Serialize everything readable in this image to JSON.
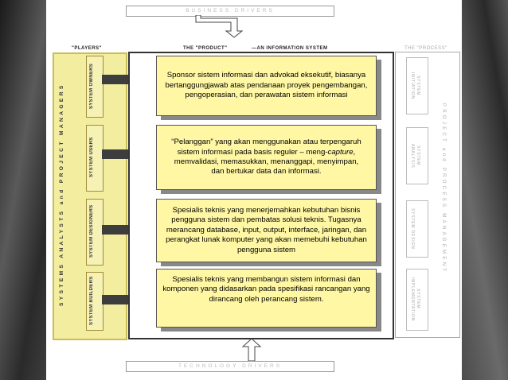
{
  "drivers": {
    "business": "BUSINESS DRIVERS",
    "technology": "TECHNOLOGY DRIVERS"
  },
  "columns": {
    "players_title": "\"PLAYERS\"",
    "product_title": "THE \"PRODUCT\"",
    "product_subtitle": "—AN INFORMATION SYSTEM",
    "process_title": "THE \"PROCESS\""
  },
  "players_vertical": "SYSTEMS ANALYSTS and PROJECT MANAGERS",
  "roles": [
    {
      "label": "SYSTEM OWNERS"
    },
    {
      "label": "SYSTEM USERS"
    },
    {
      "label": "SYSTEM DESIGNERS"
    },
    {
      "label": "SYSTEM BUILDERS"
    }
  ],
  "cards": [
    {
      "text_parts": [
        "Sponsor sistem informasi dan advokad eksekutif, biasanya bertanggungjawab atas pendanaan proyek pengembangan, pengoperasian, dan perawatan sistem informasi"
      ]
    },
    {
      "text_a": "“Pelanggan” yang akan menggunakan atau terpengaruh sistem informasi pada basis reguler – meng-",
      "text_italic": "capture",
      "text_b": ", memvalidasi, memasukkan, menanggapi, menyimpan, dan bertukar data dan informasi."
    },
    {
      "text_parts": [
        "Spesialis teknis yang menerjemahkan kebutuhan bisnis pengguna sistem dan pembatas solusi teknis. Tugasnya merancang database, input, output, interface, jaringan, dan perangkat lunak komputer yang akan memebuhi kebutuhan pengguna sistem"
      ]
    },
    {
      "text_parts": [
        "Spesialis teknis yang membangun sistem informasi dan komponen yang didasarkan pada spesifikasi rancangan yang dirancang oleh perancang sistem."
      ]
    }
  ],
  "process": [
    {
      "label": "SYSTEM INITIATION"
    },
    {
      "label": "SYSTEM ANALYSIS"
    },
    {
      "label": "SYSTEM DESIGN"
    },
    {
      "label": "SYSTEM IMPLEMENTATION"
    }
  ],
  "process_vertical": "PROJECT and PROCESS MANAGEMENT",
  "colors": {
    "card_fill": "#fff7a3",
    "players_fill": "#f3eda0"
  }
}
